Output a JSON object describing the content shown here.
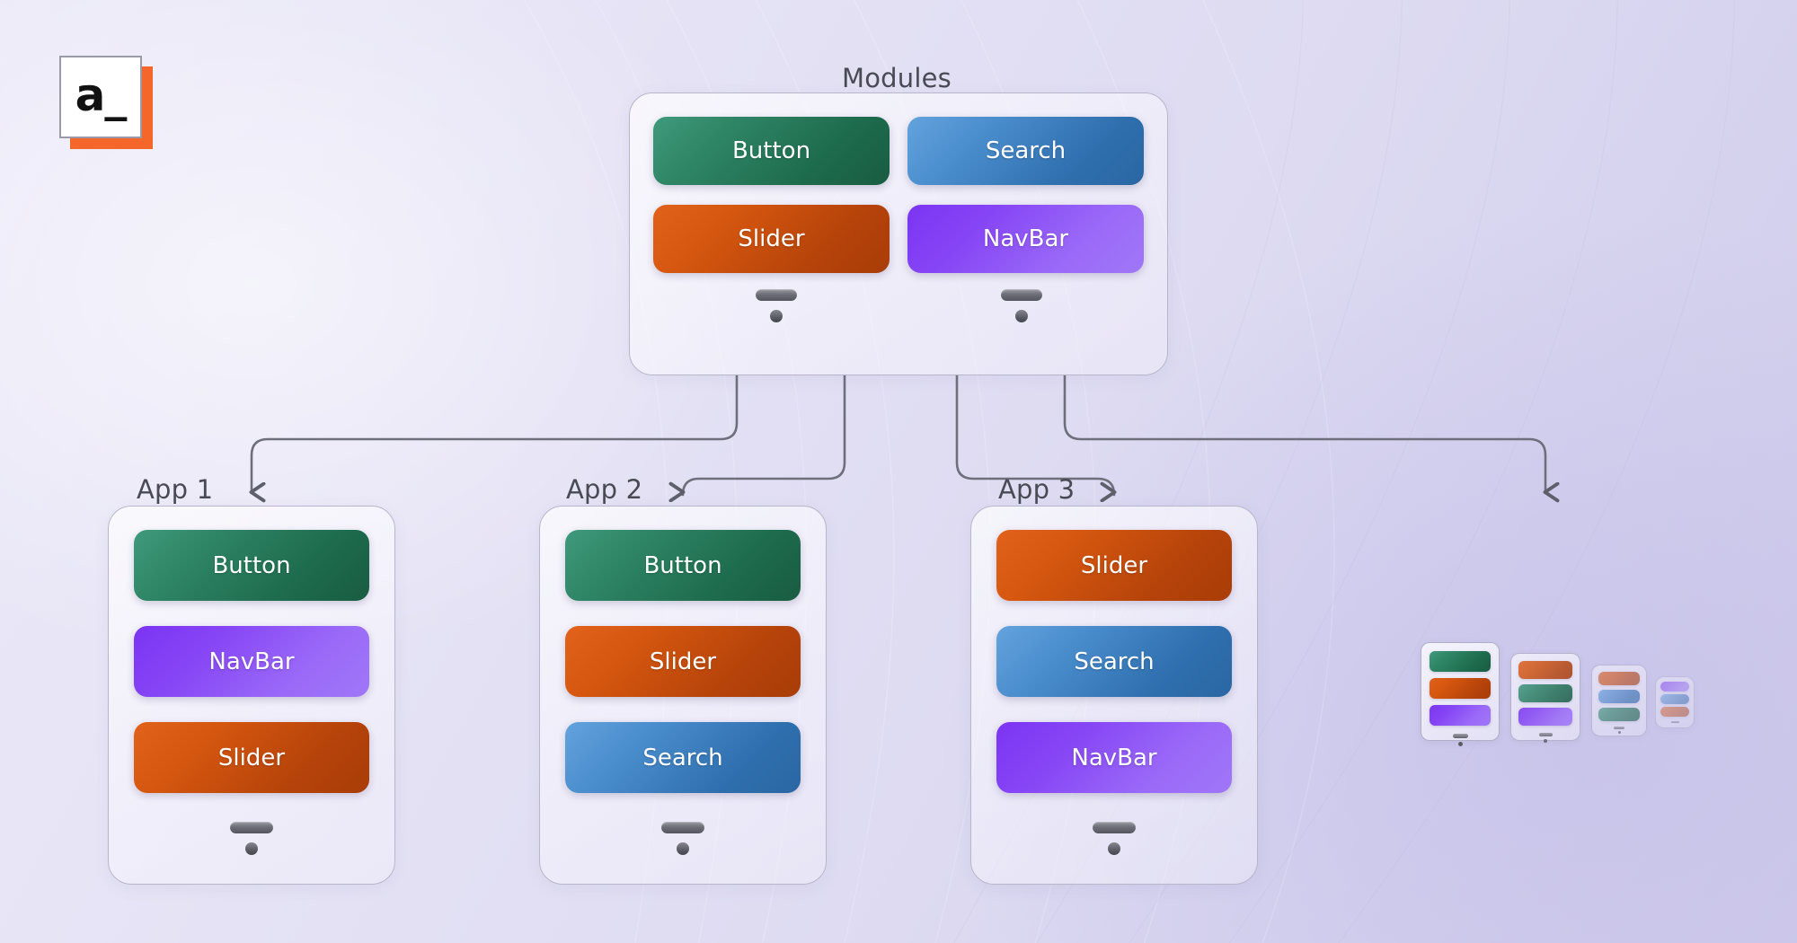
{
  "logo": {
    "text": "a_",
    "face_color": "#ffffff",
    "accent_color": "#f4662a",
    "border_color": "#9a9aa6"
  },
  "palette": {
    "green": "#1d6a4c",
    "orange": "#c74e0d",
    "blue": "#3b7fbd",
    "purple": "#8645f5",
    "background": "#dedbf2",
    "connector": "#6b6b78",
    "label": "#4a4a55"
  },
  "modules_panel": {
    "label": "Modules",
    "blocks": [
      {
        "label": "Button",
        "color": "green"
      },
      {
        "label": "Search",
        "color": "blue"
      },
      {
        "label": "Slider",
        "color": "orange"
      },
      {
        "label": "NavBar",
        "color": "purple"
      }
    ]
  },
  "apps": [
    {
      "label": "App 1",
      "blocks": [
        {
          "label": "Button",
          "color": "green"
        },
        {
          "label": "NavBar",
          "color": "purple"
        },
        {
          "label": "Slider",
          "color": "orange"
        }
      ]
    },
    {
      "label": "App 2",
      "blocks": [
        {
          "label": "Button",
          "color": "green"
        },
        {
          "label": "Slider",
          "color": "orange"
        },
        {
          "label": "Search",
          "color": "blue"
        }
      ]
    },
    {
      "label": "App 3",
      "blocks": [
        {
          "label": "Slider",
          "color": "orange"
        },
        {
          "label": "Search",
          "color": "blue"
        },
        {
          "label": "NavBar",
          "color": "purple"
        }
      ]
    }
  ],
  "mini_cards": [
    {
      "colors": [
        "green",
        "orange",
        "purple"
      ],
      "opacity": 1.0
    },
    {
      "colors": [
        "orange",
        "green",
        "purple"
      ],
      "opacity": 0.82
    },
    {
      "colors": [
        "orange",
        "blue",
        "green"
      ],
      "opacity": 0.62
    },
    {
      "colors": [
        "purple",
        "blue",
        "orange"
      ],
      "opacity": 0.45
    }
  ],
  "connectors": {
    "count": 4,
    "description": "Modules panel fans out to App 1, App 2, App 3 and a fourth unlabeled target"
  }
}
